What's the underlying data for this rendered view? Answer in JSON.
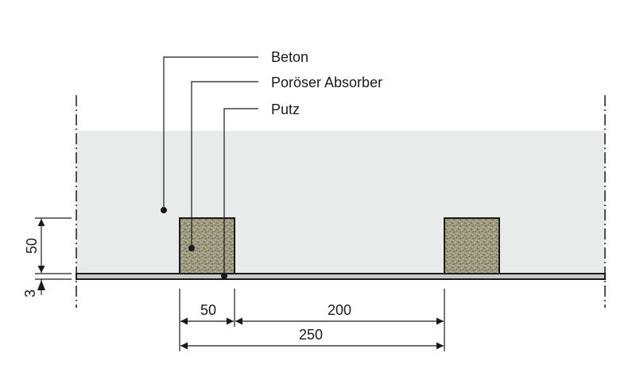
{
  "labels": {
    "beton": "Beton",
    "absorber": "Poröser Absorber",
    "putz": "Putz"
  },
  "dimensions": {
    "height_absorber": "50",
    "height_putz": "3",
    "width_absorber": "50",
    "gap": "200",
    "spacing": "250"
  },
  "colors": {
    "concrete_fill": "#e9ebea",
    "plaster_fill": "#c8c8c8",
    "absorber_fill": "#9c9a7e",
    "line": "#1a1a1a"
  }
}
